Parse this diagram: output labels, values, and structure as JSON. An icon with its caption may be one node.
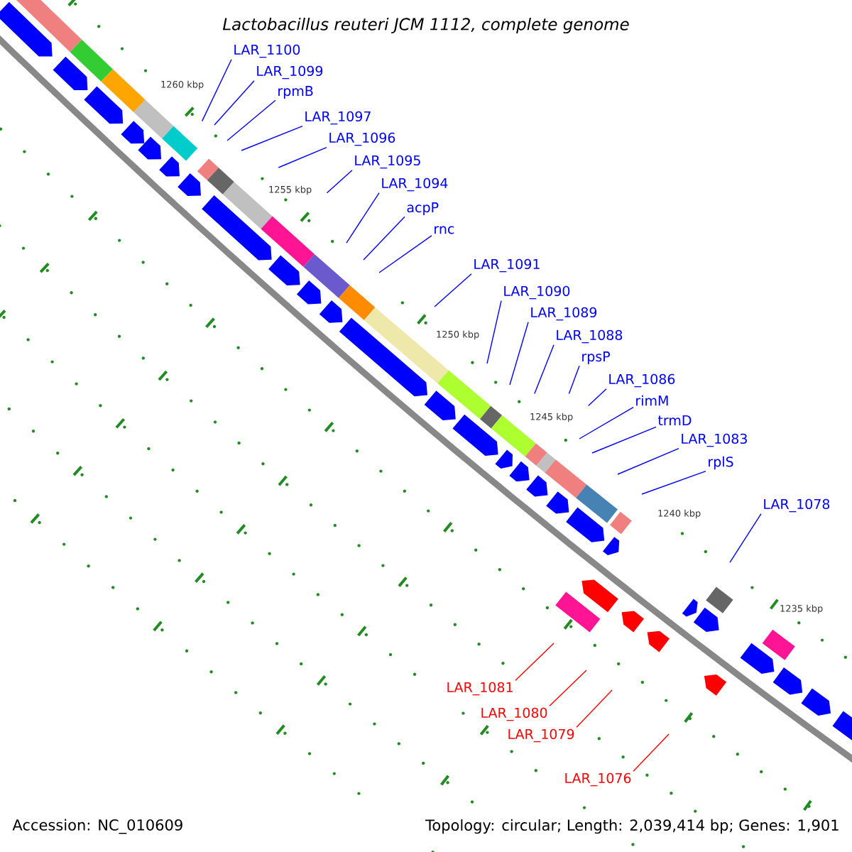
{
  "diagram": {
    "title": "Lactobacillus reuteri JCM 1112, complete genome",
    "nodes": [
      {
        "text": [
          "LAR_1100"
        ]
      },
      {
        "text": [
          "LAR_1099"
        ]
      },
      {
        "text": [
          "rpmB"
        ]
      },
      {
        "text": [
          "LAR_1097"
        ]
      },
      {
        "text": [
          "LAR_1096"
        ]
      },
      {
        "text": [
          "LAR_1095"
        ]
      },
      {
        "text": [
          "LAR_1094"
        ]
      },
      {
        "text": [
          "acpP"
        ]
      },
      {
        "text": [
          "rnc"
        ]
      },
      {
        "text": [
          "LAR_1091"
        ]
      },
      {
        "text": [
          "LAR_1090"
        ]
      },
      {
        "text": [
          "LAR_1089"
        ]
      },
      {
        "text": [
          "LAR_1088"
        ]
      },
      {
        "text": [
          "rpsP"
        ]
      },
      {
        "text": [
          "LAR_1086"
        ]
      },
      {
        "text": [
          "rimM"
        ]
      },
      {
        "text": [
          "trmD"
        ]
      },
      {
        "text": [
          "LAR_1083"
        ]
      },
      {
        "text": [
          "rplS"
        ]
      },
      {
        "text": [
          "LAR_1078"
        ]
      },
      {
        "text": [
          "LAR_1081"
        ]
      },
      {
        "text": [
          "LAR_1080"
        ]
      },
      {
        "text": [
          "LAR_1079"
        ]
      },
      {
        "text": [
          "LAR_1076"
        ]
      }
    ],
    "edges": [
      {
        "from": 0,
        "to": null,
        "arrow": "none"
      },
      {
        "from": 1,
        "to": null,
        "arrow": "none"
      },
      {
        "from": 2,
        "to": null,
        "arrow": "none"
      },
      {
        "from": 3,
        "to": null,
        "arrow": "none"
      },
      {
        "from": 4,
        "to": null,
        "arrow": "none"
      },
      {
        "from": 5,
        "to": null,
        "arrow": "none"
      },
      {
        "from": 6,
        "to": null,
        "arrow": "none"
      },
      {
        "from": 7,
        "to": null,
        "arrow": "none"
      },
      {
        "from": 8,
        "to": null,
        "arrow": "none"
      },
      {
        "from": 9,
        "to": null,
        "arrow": "none"
      },
      {
        "from": 10,
        "to": null,
        "arrow": "none"
      },
      {
        "from": 11,
        "to": null,
        "arrow": "none"
      },
      {
        "from": 12,
        "to": null,
        "arrow": "none"
      },
      {
        "from": 13,
        "to": null,
        "arrow": "none"
      },
      {
        "from": 14,
        "to": null,
        "arrow": "none"
      },
      {
        "from": 15,
        "to": null,
        "arrow": "none"
      },
      {
        "from": 16,
        "to": null,
        "arrow": "none"
      },
      {
        "from": 17,
        "to": null,
        "arrow": "none"
      },
      {
        "from": 18,
        "to": null,
        "arrow": "none"
      },
      {
        "from": 19,
        "to": null,
        "arrow": "none"
      },
      {
        "from": 20,
        "to": null,
        "arrow": "none",
        "color": "#ff0000"
      },
      {
        "from": 21,
        "to": null,
        "arrow": "none",
        "color": "#ff0000"
      },
      {
        "from": 22,
        "to": null,
        "arrow": "none",
        "color": "#ff0000"
      },
      {
        "from": 23,
        "to": null,
        "arrow": "none",
        "color": "#ff0000"
      }
    ],
    "labels": [
      "1260 kbp",
      "1255 kbp",
      "1250 kbp",
      "1245 kbp",
      "1240 kbp",
      "1235 kbp",
      "Accession: NC_010609",
      "Topology: circular; Length: 2,039,414 bp; Genes: 1,901"
    ]
  }
}
